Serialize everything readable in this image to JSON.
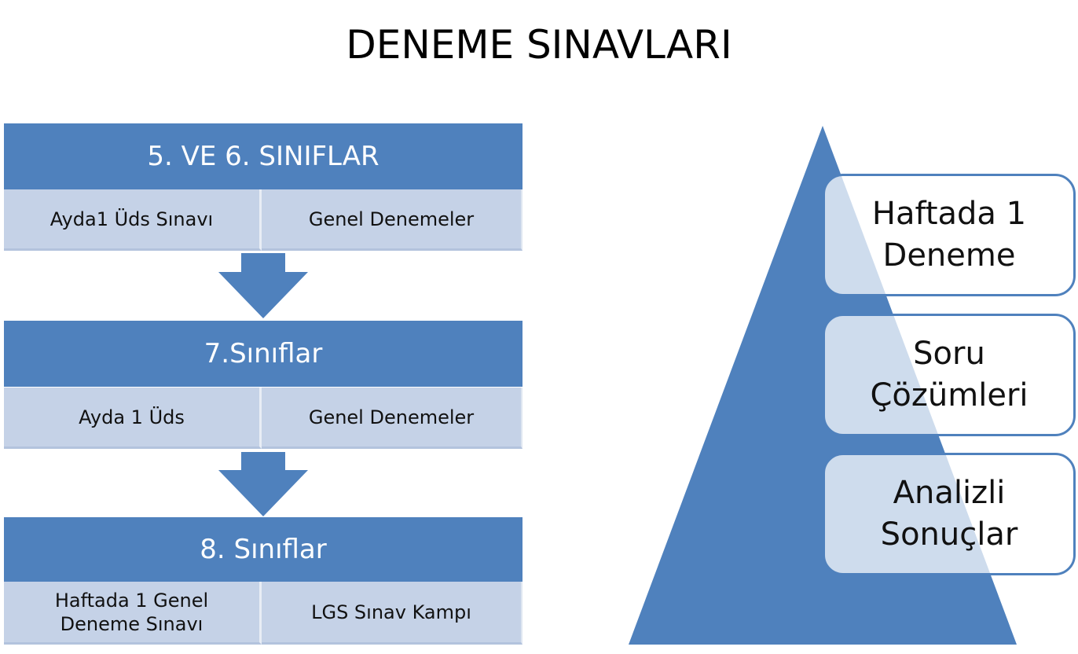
{
  "title": "DENEME SINAVLARI",
  "sections": [
    {
      "header": "5. VE 6. SINIFLAR",
      "items": [
        "Ayda1 Üds Sınavı",
        "Genel Denemeler"
      ]
    },
    {
      "header": "7.Sınıflar",
      "items": [
        "Ayda 1 Üds",
        "Genel Denemeler"
      ]
    },
    {
      "header": "8. Sınıflar",
      "items": [
        "Haftada 1 Genel\nDeneme Sınavı",
        "LGS Sınav Kampı"
      ]
    }
  ],
  "pyramid": {
    "items": [
      "Haftada 1\nDeneme",
      "Soru\nÇözümleri",
      "Analizli\nSonuçlar"
    ]
  },
  "colors": {
    "accent": "#4f81bd",
    "cell_fill": "#c5d2e7",
    "text_on_accent": "#ffffff"
  }
}
